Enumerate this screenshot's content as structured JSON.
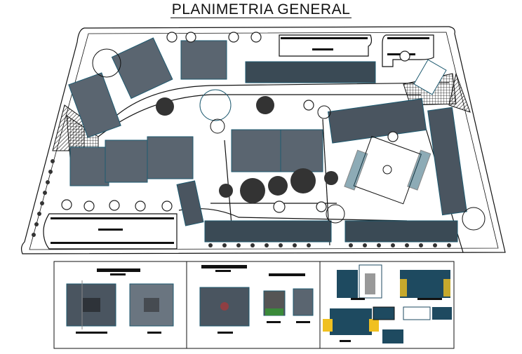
{
  "title": "PLANIMETRIA GENERAL",
  "site_plan": {
    "zones": [
      "parking-north-left",
      "parking-north-right",
      "parking-south-west",
      "housing-blocks-west",
      "housing-row-north",
      "housing-row-central",
      "housing-row-south",
      "housing-row-east",
      "soccer-field",
      "plaza-circles",
      "roundabout-north",
      "roundabout-east"
    ]
  },
  "detail_sheets": [
    {
      "id": "floor-plans-1",
      "drawings": [
        "floor-plan-a",
        "floor-plan-b"
      ]
    },
    {
      "id": "floor-plans-2",
      "drawings": [
        "floor-plan-c",
        "unit-plan-1",
        "unit-plan-2"
      ]
    },
    {
      "id": "elevations",
      "drawings": [
        "elevation-1",
        "elevation-2",
        "elevation-3",
        "section-1",
        "section-2",
        "section-3",
        "elevation-4"
      ]
    }
  ],
  "colors": {
    "line": "#111111",
    "teal": "#1e5a70",
    "dark": "#333333",
    "green": "#3a8a3a",
    "yellow": "#f0c020",
    "gray": "#888888"
  }
}
